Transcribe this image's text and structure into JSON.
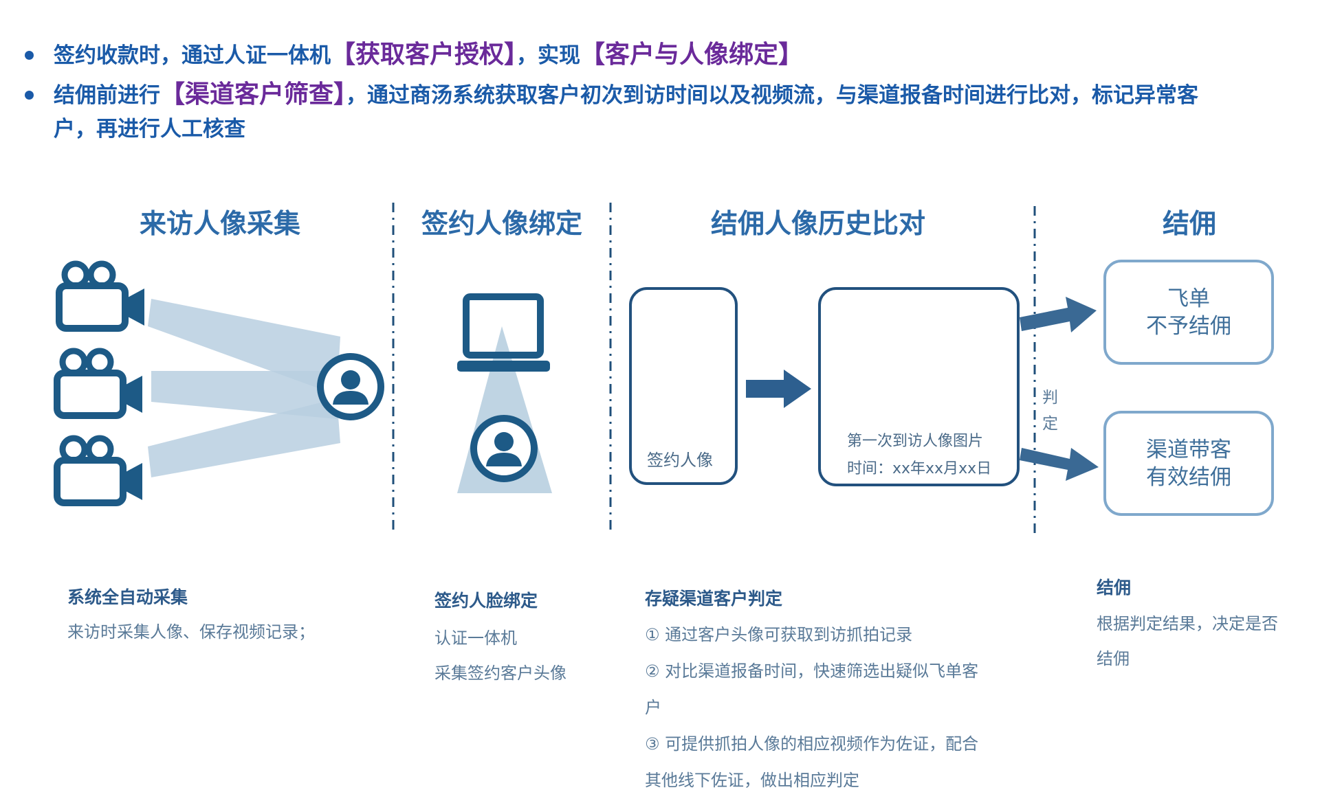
{
  "bullets": [
    {
      "text_before": "签约收款时，通过人证一体机",
      "highlight1": "【获取客户授权】",
      "text_middle": "，实现",
      "highlight2": "【客户与人像绑定】"
    },
    {
      "text_before": "结佣前进行",
      "highlight1": "【渠道客户筛查】",
      "text_after": "，通过商汤系统获取客户初次到访时间以及视频流，与渠道报备时间进行比对，标记异常客",
      "text_line2": "户，再进行人工核查"
    }
  ],
  "columns": {
    "col1": "来访人像采集",
    "col2": "签约人像绑定",
    "col3": "结佣人像历史比对",
    "col4": "结佣"
  },
  "diagram": {
    "sign_box_label": "签约人像",
    "first_visit_label": "第一次到访人像图片",
    "first_visit_time": "时间：xx年xx月xx日",
    "judge_label_1": "判",
    "judge_label_2": "定",
    "result_fly_line1": "飞单",
    "result_fly_line2": "不予结佣",
    "result_valid_line1": "渠道带客",
    "result_valid_line2": "有效结佣"
  },
  "notes": {
    "n1": {
      "title": "系统全自动采集",
      "lines": [
        "来访时采集人像、保存视频记录；"
      ]
    },
    "n2": {
      "title": "签约人脸绑定",
      "lines": [
        "认证一体机",
        "采集签约客户头像"
      ]
    },
    "n3": {
      "title": "存疑渠道客户判定",
      "lines": [
        "① 通过客户头像可获取到访抓拍记录",
        "② 对比渠道报备时间，快速筛选出疑似飞单客",
        "户",
        "③ 可提供抓拍人像的相应视频作为佐证，配合",
        "其他线下佐证，做出相应判定"
      ]
    },
    "n4": {
      "title": "结佣",
      "lines": [
        "根据判定结果，决定是否",
        "结佣"
      ]
    }
  },
  "colors": {
    "dark_blue": "#22517e",
    "icon_blue": "#1d5a86",
    "heading_blue": "#2c6aa8",
    "highlight_purple": "#6a2a9a",
    "beam": "#b8cfe0"
  },
  "icons": [
    "camera-icon",
    "person-avatar-icon",
    "laptop-icon",
    "arrow-right-icon"
  ]
}
